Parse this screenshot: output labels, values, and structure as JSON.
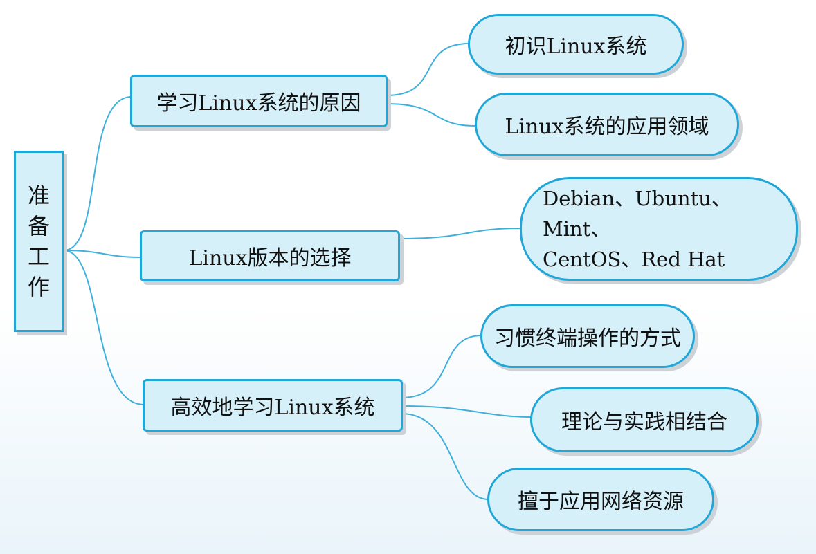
{
  "root": {
    "chars": [
      "准",
      "备",
      "工",
      "作"
    ]
  },
  "branches": [
    {
      "label": "学习Linux系统的原因",
      "children": [
        "初识Linux系统",
        "Linux系统的应用领域"
      ]
    },
    {
      "label": "Linux版本的选择",
      "children": [
        {
          "lines": [
            "Debian、Ubuntu、Mint、",
            "CentOS、Red Hat"
          ]
        }
      ]
    },
    {
      "label": "高效地学习Linux系统",
      "children": [
        "习惯终端操作的方式",
        "理论与实践相结合",
        "擅于应用网络资源"
      ]
    }
  ],
  "colors": {
    "node_fill": "#d6f0fa",
    "node_border": "#20a7d8",
    "shadow": "#cdd2d6",
    "connector": "#3fb0dc"
  }
}
